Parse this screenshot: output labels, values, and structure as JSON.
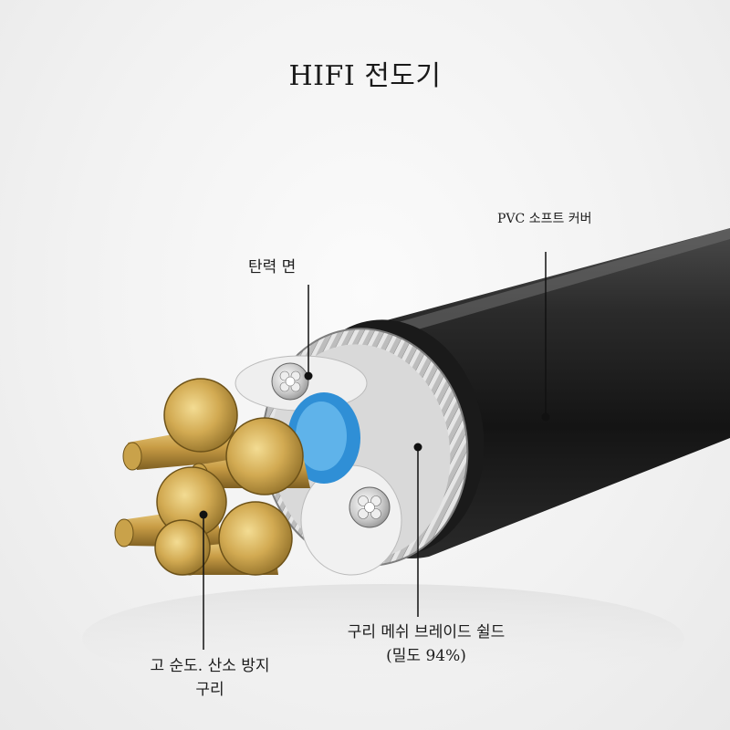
{
  "title": "HIFI 전도기",
  "labels": {
    "pvc_jacket": "PVC 소프트 커버",
    "elastic_cotton": "탄력 면",
    "braid_line1": "구리 메쉬 브레이드 쉴드",
    "braid_line2": "(밀도 94%)",
    "copper_line1": "고 순도. 산소 방지",
    "copper_line2": "구리"
  },
  "colors": {
    "jacket": "#1d1d1d",
    "copper": "#c9a24a",
    "insulation_blue": "#2f8fd6",
    "braid": "#b8b8b8"
  }
}
